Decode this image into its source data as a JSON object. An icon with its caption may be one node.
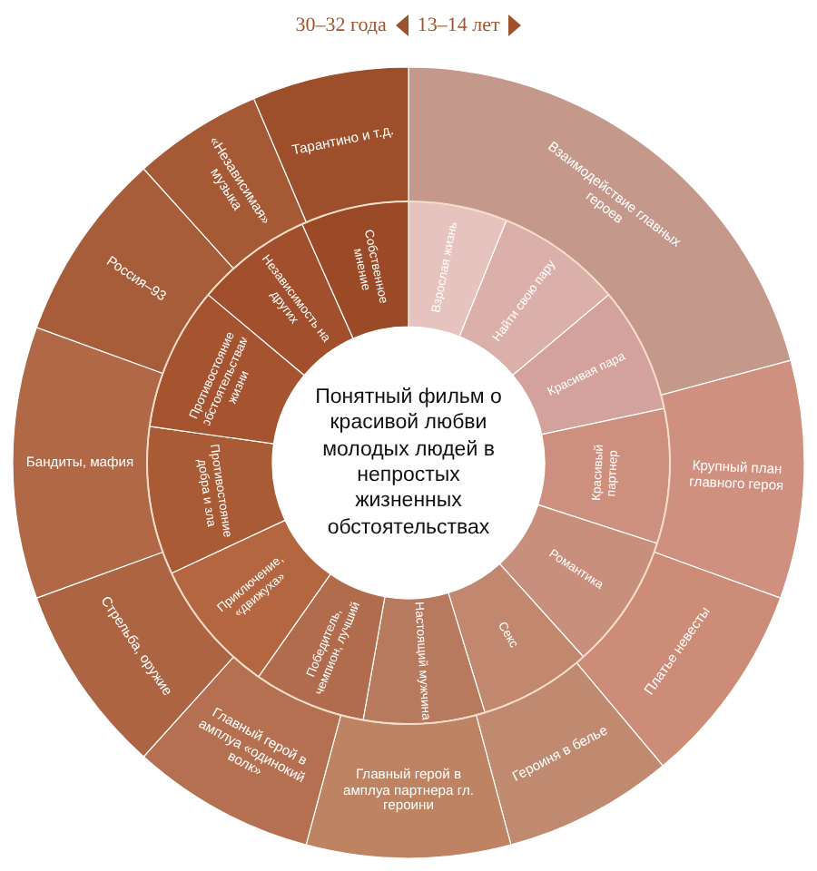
{
  "diagram": {
    "nodes": [
      {
        "text": [
          "Понятный фильм о красивой любви молодых людей в непростых жизненных обстоятельствах"
        ]
      },
      {
        "text": [
          "Взрослая жизнь"
        ]
      },
      {
        "text": [
          "Найти свою пару"
        ]
      },
      {
        "text": [
          "Красивая пара"
        ]
      },
      {
        "text": [
          "Красивый партнер"
        ]
      },
      {
        "text": [
          "Романтика"
        ]
      },
      {
        "text": [
          "Секс"
        ]
      },
      {
        "text": [
          "Настоящий мужчина"
        ]
      },
      {
        "text": [
          "Победитель, чемпион, лучший"
        ]
      },
      {
        "text": [
          "Приключение, «движуха»"
        ]
      },
      {
        "text": [
          "Противостояние добра и зла"
        ]
      },
      {
        "text": [
          "Противостояние обстоятельствам жизни"
        ]
      },
      {
        "text": [
          "Независимость на других"
        ]
      },
      {
        "text": [
          "Собственное мнение"
        ]
      },
      {
        "text": [
          "Взаимодействие главных героев"
        ]
      },
      {
        "text": [
          "Крупный план главного героя"
        ]
      },
      {
        "text": [
          "Платье невесты"
        ]
      },
      {
        "text": [
          "Героиня в белье"
        ]
      },
      {
        "text": [
          "Главный герой в амплуа партнера гл. героини"
        ]
      },
      {
        "text": [
          "Главный герой в амплуа «одинокий волк»"
        ]
      },
      {
        "text": [
          "Стрельба, оружие"
        ]
      },
      {
        "text": [
          "Бандиты, мафия"
        ]
      },
      {
        "text": [
          "Россия–93"
        ]
      },
      {
        "text": [
          "«Независимая» музыка"
        ]
      },
      {
        "text": [
          "Тарантино и т.д."
        ]
      }
    ],
    "labels": [
      "30–32 года",
      "13–14 лет"
    ]
  }
}
